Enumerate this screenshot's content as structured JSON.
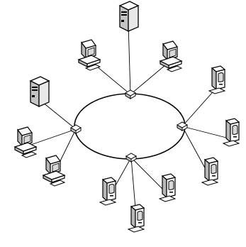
{
  "diagram": {
    "type": "network-topology",
    "topology": "ring",
    "ring_label": "",
    "colors": {
      "stroke": "#000000",
      "device_fill": "#ffffff",
      "device_shade": "#b8b8b8",
      "server_fill": "#c4c4c4",
      "screen_fill": "#d9d9d9"
    },
    "hubs": [
      {
        "id": "hub-top"
      },
      {
        "id": "hub-left"
      },
      {
        "id": "hub-right"
      },
      {
        "id": "hub-bottom"
      }
    ],
    "devices": [
      {
        "id": "server-top",
        "kind": "tower-server",
        "hub": "hub-top"
      },
      {
        "id": "pc-top-left",
        "kind": "crt-workstation",
        "hub": "hub-top"
      },
      {
        "id": "pc-top-right",
        "kind": "crt-workstation",
        "hub": "hub-top"
      },
      {
        "id": "server-left",
        "kind": "tower-server",
        "hub": "hub-left"
      },
      {
        "id": "pc-left",
        "kind": "crt-workstation",
        "hub": "hub-left"
      },
      {
        "id": "pc-bottom-left-1",
        "kind": "crt-workstation",
        "hub": "hub-left"
      },
      {
        "id": "mac-right-1",
        "kind": "compact-mac",
        "hub": "hub-right"
      },
      {
        "id": "mac-right-2",
        "kind": "compact-mac",
        "hub": "hub-right"
      },
      {
        "id": "mac-right-3",
        "kind": "compact-mac",
        "hub": "hub-right"
      },
      {
        "id": "mac-bottom-1",
        "kind": "compact-mac",
        "hub": "hub-bottom"
      },
      {
        "id": "mac-bottom-2",
        "kind": "compact-mac",
        "hub": "hub-bottom"
      },
      {
        "id": "mac-bottom-3",
        "kind": "compact-mac",
        "hub": "hub-bottom"
      }
    ]
  }
}
